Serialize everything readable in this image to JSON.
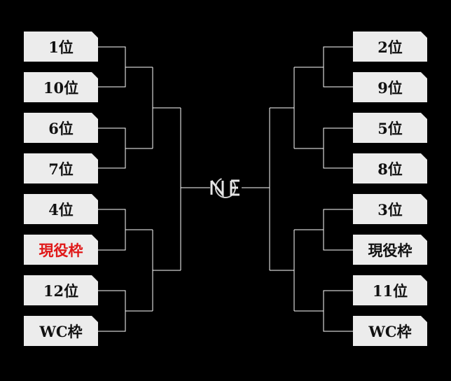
{
  "left_seeds": [
    {
      "label": "1位"
    },
    {
      "label": "10位"
    },
    {
      "label": "6位"
    },
    {
      "label": "7位"
    },
    {
      "label": "4位"
    },
    {
      "label": "現役枠",
      "highlight": "#e01818"
    },
    {
      "label": "12位"
    },
    {
      "label": "WC枠"
    }
  ],
  "right_seeds": [
    {
      "label": "2位"
    },
    {
      "label": "9位"
    },
    {
      "label": "5位"
    },
    {
      "label": "8位"
    },
    {
      "label": "3位"
    },
    {
      "label": "現役枠"
    },
    {
      "label": "11位"
    },
    {
      "label": "WC枠"
    }
  ],
  "center_logo": {
    "icon": "nce-monogram-logo"
  }
}
